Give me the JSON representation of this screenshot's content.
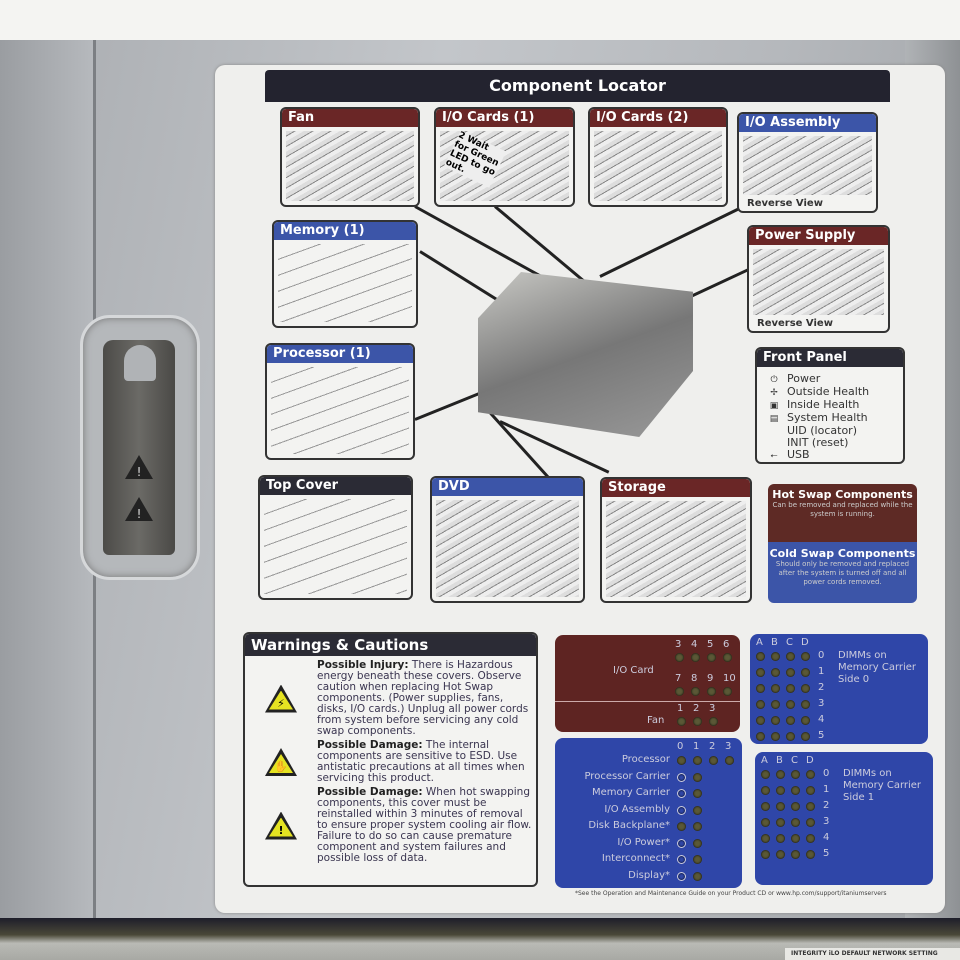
{
  "title": "Component Locator",
  "panels": {
    "fan": "Fan",
    "io1": "I/O Cards (1)",
    "io1_note": "2 Wait for Green LED to go out.",
    "io2": "I/O Cards (2)",
    "ioasm": "I/O Assembly",
    "ioasm_cap": "Reverse View",
    "mem": "Memory (1)",
    "psu": "Power Supply",
    "psu_cap": "Reverse View",
    "proc": "Processor (1)",
    "top": "Top Cover",
    "dvd": "DVD",
    "storage": "Storage"
  },
  "front_panel": {
    "title": "Front Panel",
    "items": [
      {
        "icon": "⏻",
        "label": "Power"
      },
      {
        "icon": "✢",
        "label": "Outside Health"
      },
      {
        "icon": "▣",
        "label": "Inside Health"
      },
      {
        "icon": "▤",
        "label": "System Health"
      },
      {
        "icon": "",
        "label": "UID (locator)"
      },
      {
        "icon": "",
        "label": "INIT (reset)"
      },
      {
        "icon": "⭠",
        "label": "USB"
      }
    ]
  },
  "swap": {
    "hot_title": "Hot Swap Components",
    "hot_desc": "Can be removed and replaced while the system is running.",
    "cold_title": "Cold Swap Components",
    "cold_desc": "Should only be removed and replaced after the system is turned off and all power cords removed."
  },
  "warnings": {
    "title": "Warnings & Cautions",
    "items": [
      {
        "head": "Possible Injury:",
        "text": "There is Hazardous energy beneath these covers. Observe caution when replacing Hot Swap components. (Power supplies, fans, disks, I/O cards.) Unplug all power cords from system before servicing any cold swap components.",
        "icon": "⚡"
      },
      {
        "head": "Possible Damage:",
        "text": "The internal components are sensitive to ESD. Use antistatic precautions at all times when servicing this product.",
        "icon": "✋"
      },
      {
        "head": "Possible Damage:",
        "text": "When hot swapping components, this cover must be reinstalled within 3 minutes of removal to ensure proper system cooling air flow. Failure to do so can cause premature component and system failures and possible loss of data.",
        "icon": "!"
      }
    ]
  },
  "io_leds": {
    "label": "I/O Card",
    "row1": [
      "3",
      "4",
      "5",
      "6"
    ],
    "row2": [
      "7",
      "8",
      "9",
      "10"
    ],
    "fan_label": "Fan",
    "fans": [
      "1",
      "2",
      "3"
    ]
  },
  "dimm0": {
    "cols": [
      "A",
      "B",
      "C",
      "D"
    ],
    "rows": [
      "0",
      "1",
      "2",
      "3",
      "4",
      "5"
    ],
    "label": "DIMMs on Memory Carrier Side 0"
  },
  "dimm1": {
    "cols": [
      "A",
      "B",
      "C",
      "D"
    ],
    "rows": [
      "0",
      "1",
      "2",
      "3",
      "4",
      "5"
    ],
    "label": "DIMMs on Memory Carrier Side 1"
  },
  "proc_leds": {
    "cols": [
      "0",
      "1",
      "2",
      "3"
    ],
    "rows": [
      "Processor",
      "Processor Carrier",
      "Memory Carrier",
      "I/O Assembly",
      "Disk Backplane*",
      "I/O Power*",
      "Interconnect*",
      "Display*"
    ]
  },
  "footnote": "*See the Operation and Maintenance Guide on your Product CD or www.hp.com/support/itaniumservers",
  "bottom_label": "INTEGRITY iLO DEFAULT NETWORK SETTING",
  "colors": {
    "maroon": "#6a2626",
    "blue": "#3c55a8",
    "dark": "#2b2b35"
  }
}
